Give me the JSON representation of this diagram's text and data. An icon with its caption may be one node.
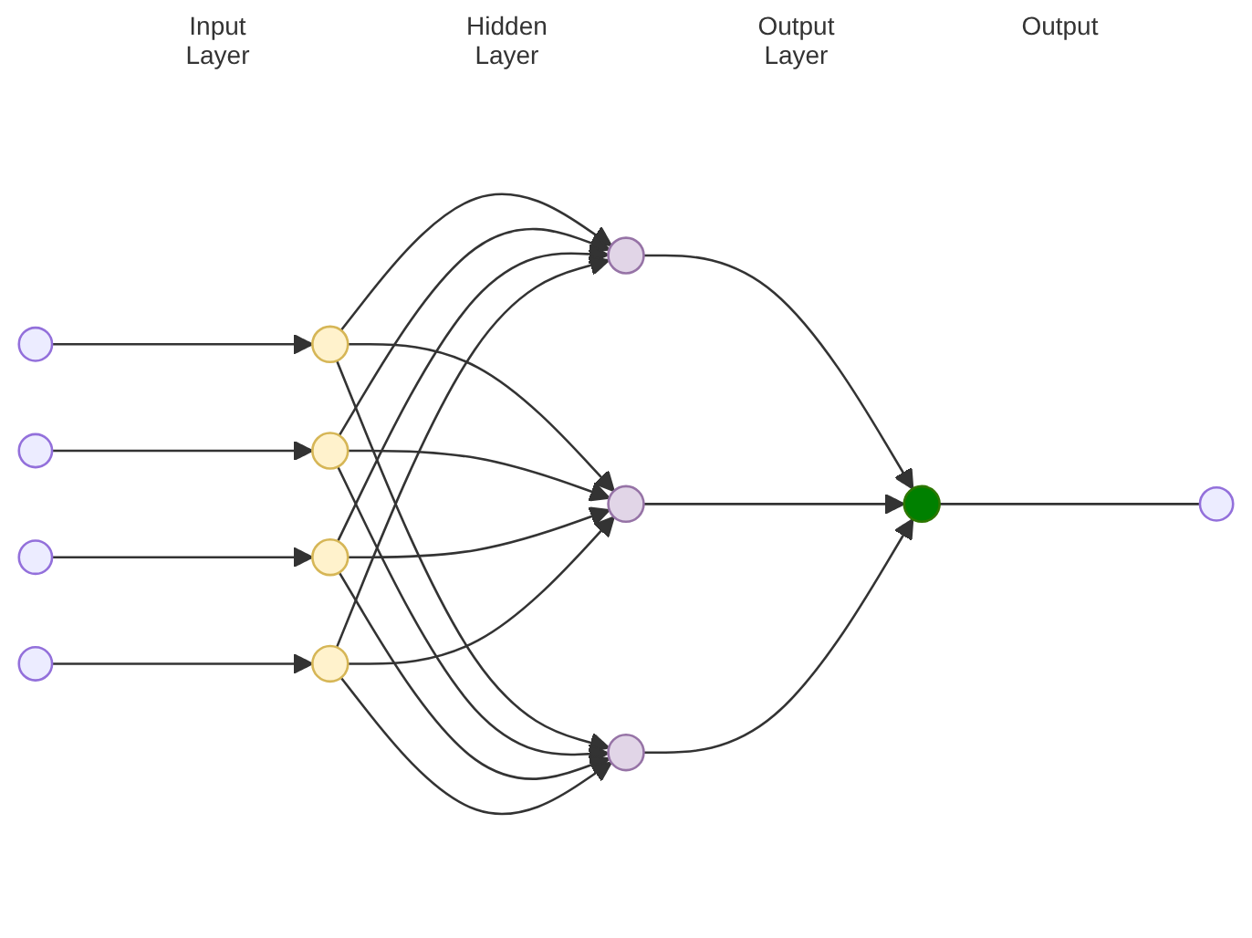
{
  "diagram": {
    "nodes": [
      {
        "text": [],
        "shape": "circle"
      },
      {
        "text": [],
        "shape": "circle"
      },
      {
        "text": [],
        "shape": "circle"
      },
      {
        "text": [],
        "shape": "circle"
      },
      {
        "text": [],
        "shape": "circle"
      },
      {
        "text": [],
        "shape": "circle"
      },
      {
        "text": [],
        "shape": "circle"
      },
      {
        "text": [],
        "shape": "circle"
      }
    ],
    "edges": [
      {
        "from": null,
        "to": 0,
        "arrow": "to"
      },
      {
        "from": null,
        "to": 1,
        "arrow": "to"
      },
      {
        "from": null,
        "to": 2,
        "arrow": "to"
      },
      {
        "from": null,
        "to": 3,
        "arrow": "to"
      },
      {
        "from": 0,
        "to": 4,
        "arrow": "to"
      },
      {
        "from": 0,
        "to": 5,
        "arrow": "to"
      },
      {
        "from": 0,
        "to": 6,
        "arrow": "to"
      },
      {
        "from": 1,
        "to": 4,
        "arrow": "to"
      },
      {
        "from": 1,
        "to": 5,
        "arrow": "to"
      },
      {
        "from": 1,
        "to": 6,
        "arrow": "to"
      },
      {
        "from": 2,
        "to": 4,
        "arrow": "to"
      },
      {
        "from": 2,
        "to": 5,
        "arrow": "to"
      },
      {
        "from": 2,
        "to": 6,
        "arrow": "to"
      },
      {
        "from": 3,
        "to": 4,
        "arrow": "to"
      },
      {
        "from": 3,
        "to": 5,
        "arrow": "to"
      },
      {
        "from": 3,
        "to": 6,
        "arrow": "to"
      },
      {
        "from": 4,
        "to": 7,
        "arrow": "to"
      },
      {
        "from": 5,
        "to": 7,
        "arrow": "to"
      },
      {
        "from": 6,
        "to": 7,
        "arrow": "to"
      },
      {
        "from": 7,
        "to": null,
        "arrow": "none"
      }
    ],
    "labels": [
      "Input Layer",
      "Hidden Layer",
      "Output Layer",
      "Output"
    ]
  }
}
